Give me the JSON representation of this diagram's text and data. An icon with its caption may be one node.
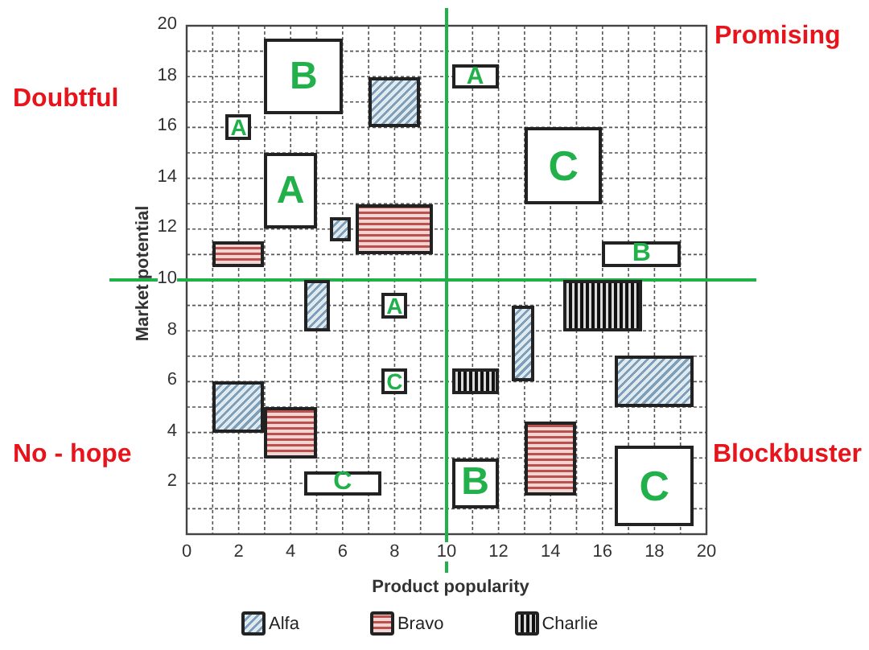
{
  "diagram": {
    "nodes": [
      {
        "text": [
          "B"
        ]
      },
      {
        "text": [],
        "shape": "box"
      },
      {
        "text": [
          "A"
        ]
      },
      {
        "text": [
          "A"
        ]
      },
      {
        "text": [
          "C"
        ]
      },
      {
        "text": [
          "A"
        ]
      },
      {
        "text": [],
        "shape": "box"
      },
      {
        "text": [],
        "shape": "box"
      },
      {
        "text": [],
        "shape": "box"
      },
      {
        "text": [
          "B"
        ]
      },
      {
        "text": [],
        "shape": "box"
      },
      {
        "text": [
          "A"
        ]
      },
      {
        "text": [],
        "shape": "box"
      },
      {
        "text": [],
        "shape": "box"
      },
      {
        "text": [],
        "shape": "box"
      },
      {
        "text": [
          "C"
        ]
      },
      {
        "text": [],
        "shape": "box"
      },
      {
        "text": [],
        "shape": "box"
      },
      {
        "text": [],
        "shape": "box"
      },
      {
        "text": [],
        "shape": "box"
      },
      {
        "text": [
          "C"
        ]
      },
      {
        "text": [
          "B"
        ]
      },
      {
        "text": [
          "C"
        ]
      }
    ],
    "labels": [
      "20",
      "18",
      "Promising",
      "Doubtful",
      "16",
      "14",
      "12",
      "10",
      "Market potential",
      "8",
      "6",
      "4",
      "No - hope",
      "Blockbuster",
      "2",
      "0",
      "2",
      "4",
      "6",
      "8",
      "10",
      "12",
      "14",
      "16",
      "18",
      "20",
      "Product popularity"
    ],
    "legend": [
      {
        "text": "Alfa"
      },
      {
        "text": "Bravo"
      },
      {
        "text": "Charlie"
      }
    ]
  }
}
